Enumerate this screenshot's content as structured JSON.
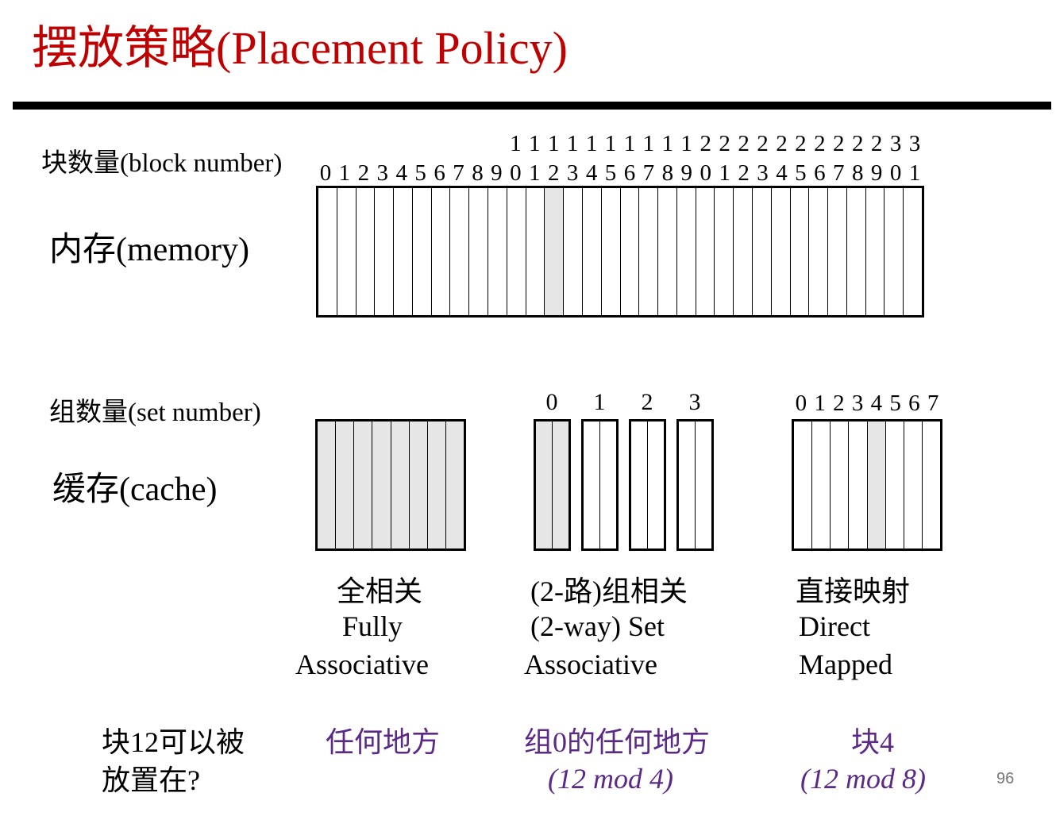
{
  "title": "摆放策略(Placement Policy)",
  "memory": {
    "block_number_label": "块数量(block number)",
    "label": "内存(memory)",
    "tens_digits": [
      "",
      "",
      "",
      "",
      "",
      "",
      "",
      "",
      "",
      "",
      "1",
      "1",
      "1",
      "1",
      "1",
      "1",
      "1",
      "1",
      "1",
      "1",
      "2",
      "2",
      "2",
      "2",
      "2",
      "2",
      "2",
      "2",
      "2",
      "2",
      "3",
      "3"
    ],
    "ones_digits": [
      "0",
      "1",
      "2",
      "3",
      "4",
      "5",
      "6",
      "7",
      "8",
      "9",
      "0",
      "1",
      "2",
      "3",
      "4",
      "5",
      "6",
      "7",
      "8",
      "9",
      "0",
      "1",
      "2",
      "3",
      "4",
      "5",
      "6",
      "7",
      "8",
      "9",
      "0",
      "1"
    ],
    "highlighted_block": 12
  },
  "cache": {
    "set_number_label": "组数量(set number)",
    "label": "缓存(cache)",
    "set_labels": [
      "0",
      "1",
      "2",
      "3"
    ],
    "direct_labels": [
      "0",
      "1",
      "2",
      "3",
      "4",
      "5",
      "6",
      "7"
    ]
  },
  "captions": {
    "fully": {
      "zh": "全相关",
      "en1": "Fully",
      "en2": "Associative"
    },
    "set": {
      "zh": "(2-路)组相关",
      "en1": "(2-way) Set",
      "en2": "Associative"
    },
    "direct": {
      "zh": "直接映射",
      "en1": "Direct",
      "en2": "Mapped"
    }
  },
  "question": {
    "line1": "块12可以被",
    "line2": "放置在?"
  },
  "answers": {
    "fully": "任何地方",
    "set_line1": "组0的任何地方",
    "set_line2": "(12 mod 4)",
    "direct_line1": "块4",
    "direct_line2": "(12 mod 8)"
  },
  "slide_number": "96",
  "colors": {
    "title": "#c00000",
    "answer": "#5b2a86",
    "highlight": "#e6e6e6"
  }
}
